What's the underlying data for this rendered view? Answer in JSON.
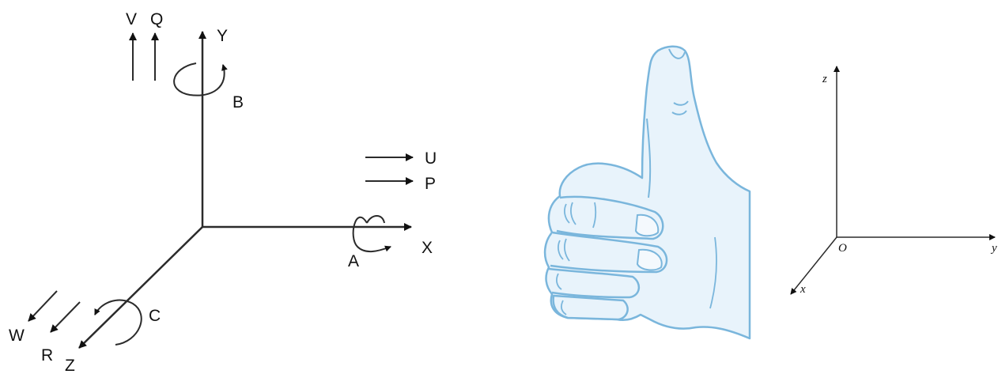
{
  "left_diagram": {
    "axes": {
      "x": "X",
      "y": "Y",
      "z": "Z"
    },
    "rotations": {
      "about_x": "A",
      "about_y": "B",
      "about_z": "C"
    },
    "parallel_to_x": [
      "U",
      "P"
    ],
    "parallel_to_y": [
      "V",
      "Q"
    ],
    "parallel_to_z": [
      "W",
      "R"
    ]
  },
  "hand": {
    "illustration": "thumbs-up-hand",
    "fill_color": "#e8f3fb",
    "stroke_color": "#7ab6dc"
  },
  "right_diagram": {
    "axes": {
      "x": "x",
      "y": "y",
      "z": "z"
    },
    "origin": "O"
  }
}
